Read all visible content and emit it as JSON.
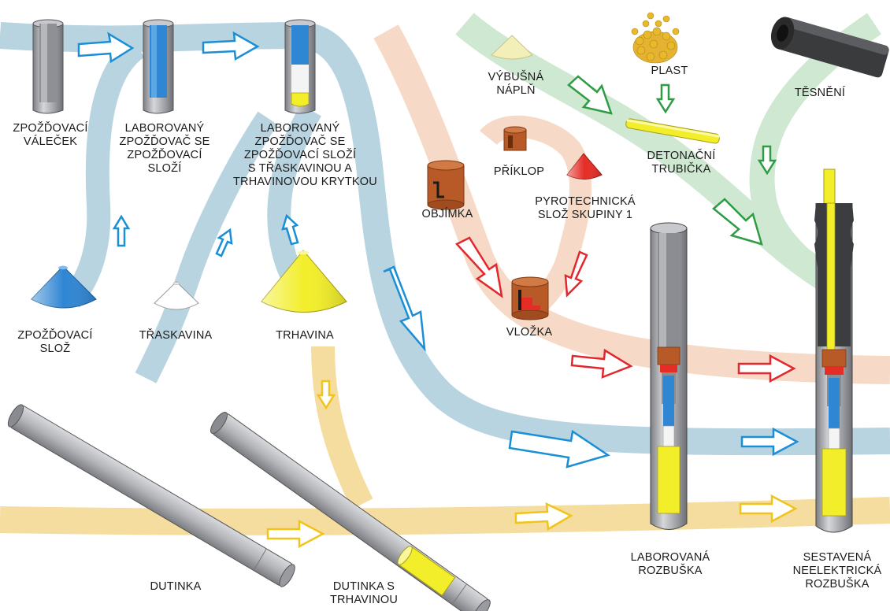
{
  "labels": {
    "zpozdovaci_valecek": [
      "ZPOŽĎOVACÍ",
      "VÁLEČEK"
    ],
    "laborovany_zpozdovac": [
      "LABOROVANÝ",
      "ZPOŽĎOVAČ SE",
      "ZPOŽĎOVACÍ",
      "SLOŽÍ"
    ],
    "laborovany_zpozdovac_traskavina": [
      "LABOROVANÝ",
      "ZPOŽĎOVAČ SE",
      "ZPOŽĎOVACÍ SLOŽÍ",
      "S TŘASKAVINOU A",
      "TRHAVINOVOU KRYTKOU"
    ],
    "zpozdovaci_sloz": [
      "ZPOŽĎOVACÍ",
      "SLOŽ"
    ],
    "traskavina": [
      "TŘASKAVINA"
    ],
    "trhavina": [
      "TRHAVINA"
    ],
    "dutinka": [
      "DUTINKA"
    ],
    "dutinka_s_trhavinou": [
      "DUTINKA S",
      "TRHAVINOU"
    ],
    "vybusna_napln": [
      "VÝBUŠNÁ",
      "NÁPLŇ"
    ],
    "plast": [
      "PLAST"
    ],
    "tesneni": [
      "TĚSNĚNÍ"
    ],
    "detonacni_trubicka": [
      "DETONAČNÍ",
      "TRUBIČKA"
    ],
    "priklop": [
      "PŘÍKLOP"
    ],
    "objimka": [
      "OBJÍMKA"
    ],
    "pyrotechnicka_sloz": [
      "PYROTECHNICKÁ",
      "SLOŽ SKUPINY 1"
    ],
    "vlozka": [
      "VLOŽKA"
    ],
    "laborovana_rozbuska": [
      "LABOROVANÁ",
      "ROZBUŠKA"
    ],
    "sestavena_rozbuska": [
      "SESTAVENÁ",
      "NEELEKTRICKÁ",
      "ROZBUŠKA"
    ]
  },
  "colors": {
    "flow_blue": "#b9d4e1",
    "flow_orange": "#f6d9c6",
    "flow_green": "#cfe8d1",
    "flow_yellow": "#f5dda0",
    "arrow_blue": "#1a8fd6",
    "arrow_red": "#e3272d",
    "arrow_green": "#2e9b45",
    "arrow_yellow": "#f0c419",
    "delay_blue": "#2f86d3",
    "explosive_yellow": "#f2ee2a",
    "copper": "#b75a28",
    "red": "#e52d25",
    "metal_gray": "#a7a8ad"
  }
}
